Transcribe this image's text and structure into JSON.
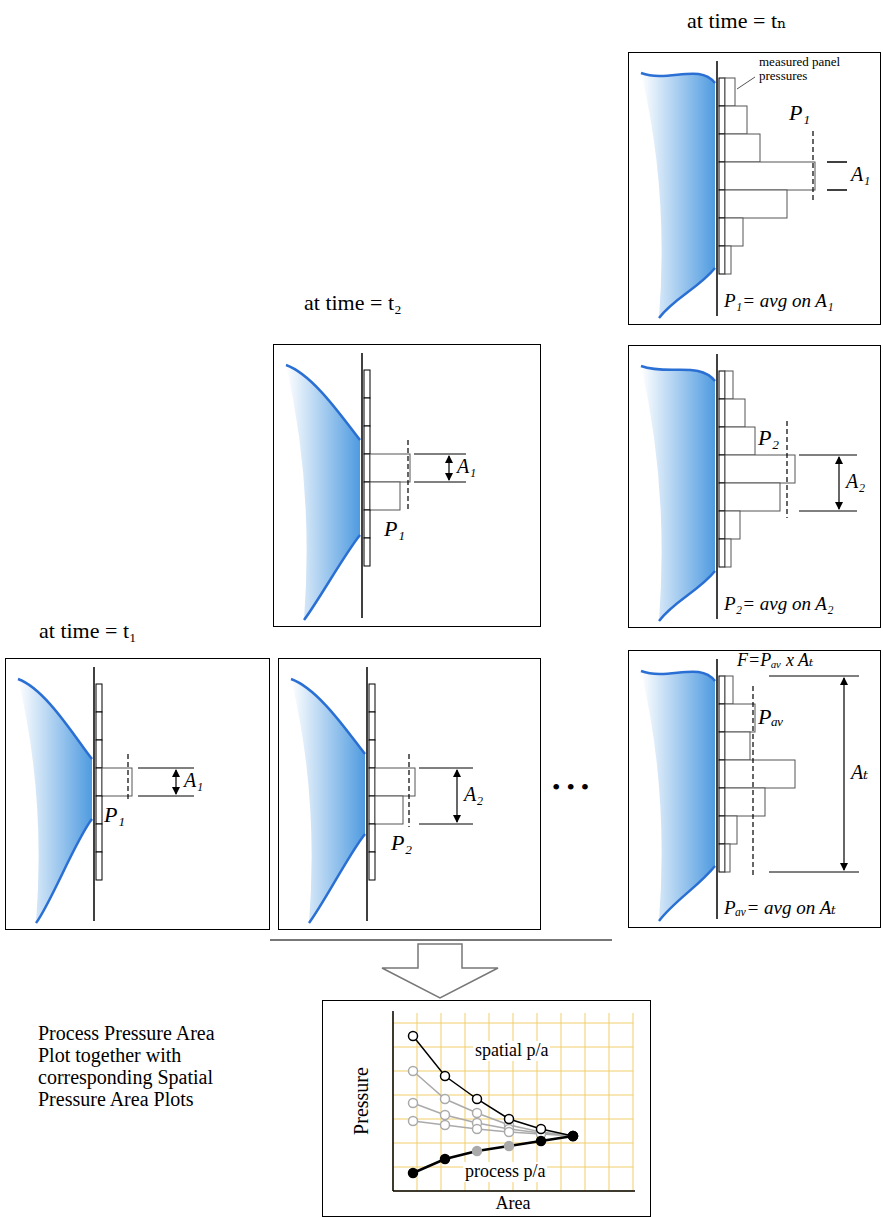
{
  "diagram": {
    "nodes": [
      {
        "text": [
          "at time = tₙ",
          "measured panel pressures",
          "P₁",
          "A₁",
          "P₁= avg on A₁"
        ]
      },
      {
        "text": [
          "at time = t₂",
          "A₁",
          "P₁"
        ]
      },
      {
        "text": [
          "P₂",
          "A₂",
          "P₂= avg on A₂"
        ]
      },
      {
        "text": [
          "at time = t₁",
          "A₁",
          "P₁"
        ]
      },
      {
        "text": [
          "A₂",
          "P₂"
        ]
      },
      {
        "text": [
          "F=Pₐᵥ x Aₜ",
          "Pₐᵥ",
          "Aₜ",
          "Pₐᵥ= avg on Aₜ"
        ]
      },
      {
        "text": [
          "Pressure",
          "Area",
          "spatial p/a",
          "process p/a"
        ]
      }
    ],
    "labels": [
      "• • •",
      "Process Pressure Area Plot together with corresponding Spatial Pressure Area Plots"
    ]
  }
}
